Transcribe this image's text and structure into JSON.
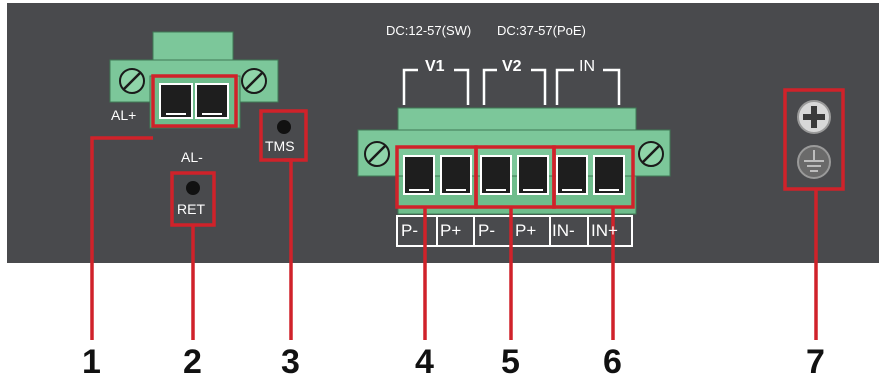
{
  "voltage_note": {
    "sw": "DC:12-57(SW)",
    "poe": "DC:37-57(PoE)"
  },
  "alarm_block": {
    "plus_label": "AL+",
    "minus_label": "AL-"
  },
  "buttons": {
    "ret_label": "RET",
    "tms_label": "TMS"
  },
  "power_groups": [
    {
      "name": "V1",
      "pins": [
        "P-",
        "P+"
      ]
    },
    {
      "name": "V2",
      "pins": [
        "P-",
        "P+"
      ]
    },
    {
      "name": "IN",
      "pins": [
        "IN-",
        "IN+"
      ]
    }
  ],
  "callouts": [
    "1",
    "2",
    "3",
    "4",
    "5",
    "6",
    "7"
  ],
  "colors": {
    "panel": "#494a4d",
    "connector": "#7cc79a",
    "highlight": "#d0222a",
    "label": "#ffffff"
  },
  "icons": [
    "screw-icon",
    "ground-icon"
  ]
}
